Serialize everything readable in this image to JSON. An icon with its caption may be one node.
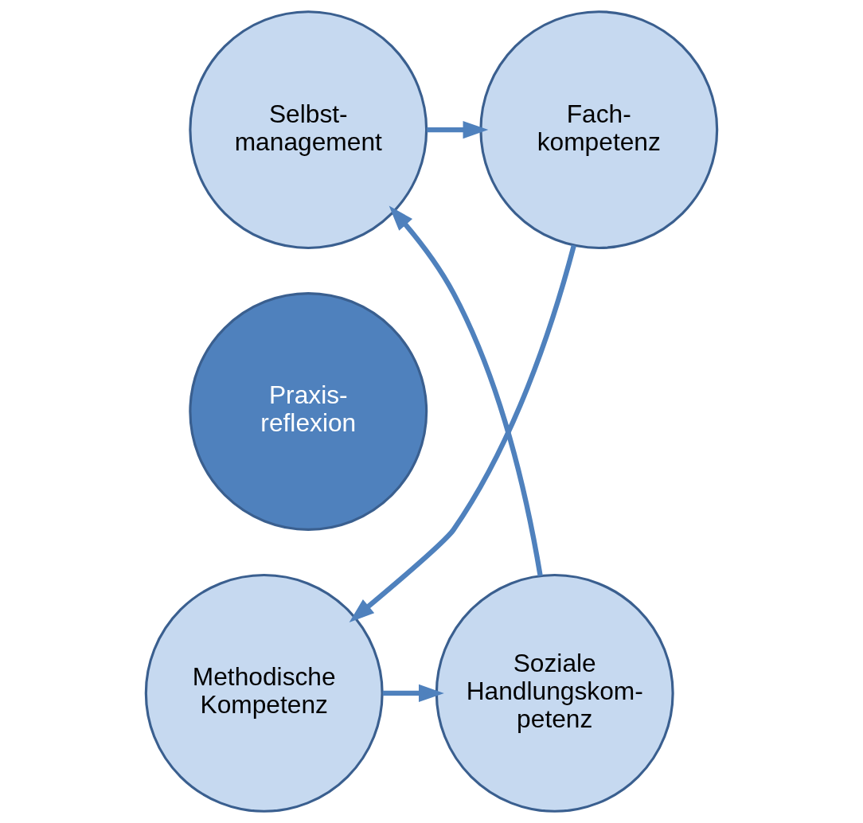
{
  "diagram": {
    "nodes": [
      {
        "text": [
          "Fach- kompetenz"
        ]
      },
      {
        "text": [
          "Selbst- management"
        ]
      },
      {
        "text": [
          "Praxis- reflexion"
        ]
      },
      {
        "text": [
          "Methodische Kompetenz"
        ]
      },
      {
        "text": [
          "Soziale Handlungskom- petenz"
        ]
      }
    ],
    "edges": [
      {
        "from": 1,
        "to": 0,
        "arrow": "to"
      },
      {
        "from": 0,
        "to": 3,
        "arrow": "to"
      },
      {
        "from": 3,
        "to": 4,
        "arrow": "to"
      },
      {
        "from": 4,
        "to": 1,
        "arrow": "to"
      }
    ]
  }
}
